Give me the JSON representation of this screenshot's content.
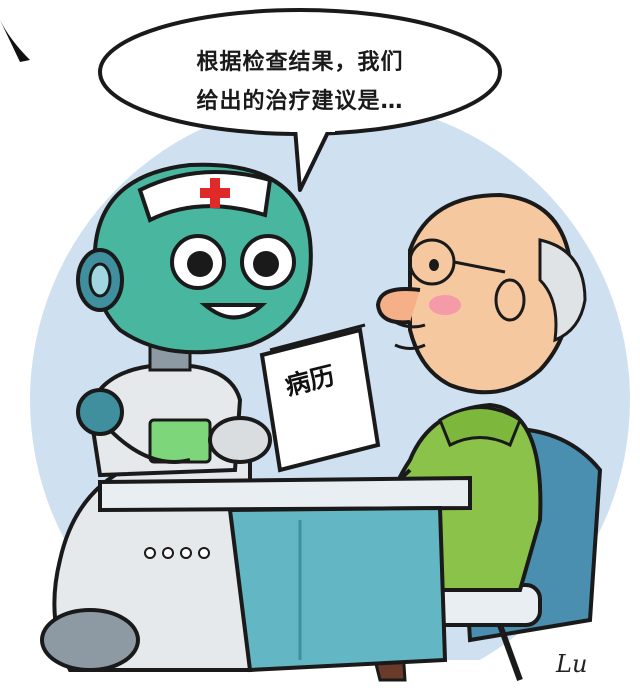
{
  "speech_bubble": {
    "line_1": "根据检查结果，我们",
    "line_2": "给出的治疗建议是…"
  },
  "medical_record": {
    "title": "病历"
  },
  "signature": "Lu",
  "colors": {
    "background_circle": "#cfe0f1",
    "robot_face": "#49b6a0",
    "robot_body": "#e6e9ec",
    "red_cross": "#e02a2a",
    "patient_sweater": "#8bc34a",
    "chair": "#4a8fb0",
    "desk": "#63b6c3"
  },
  "icons": [
    "red-cross-icon",
    "robot-eye-icon",
    "speech-bubble-icon"
  ]
}
